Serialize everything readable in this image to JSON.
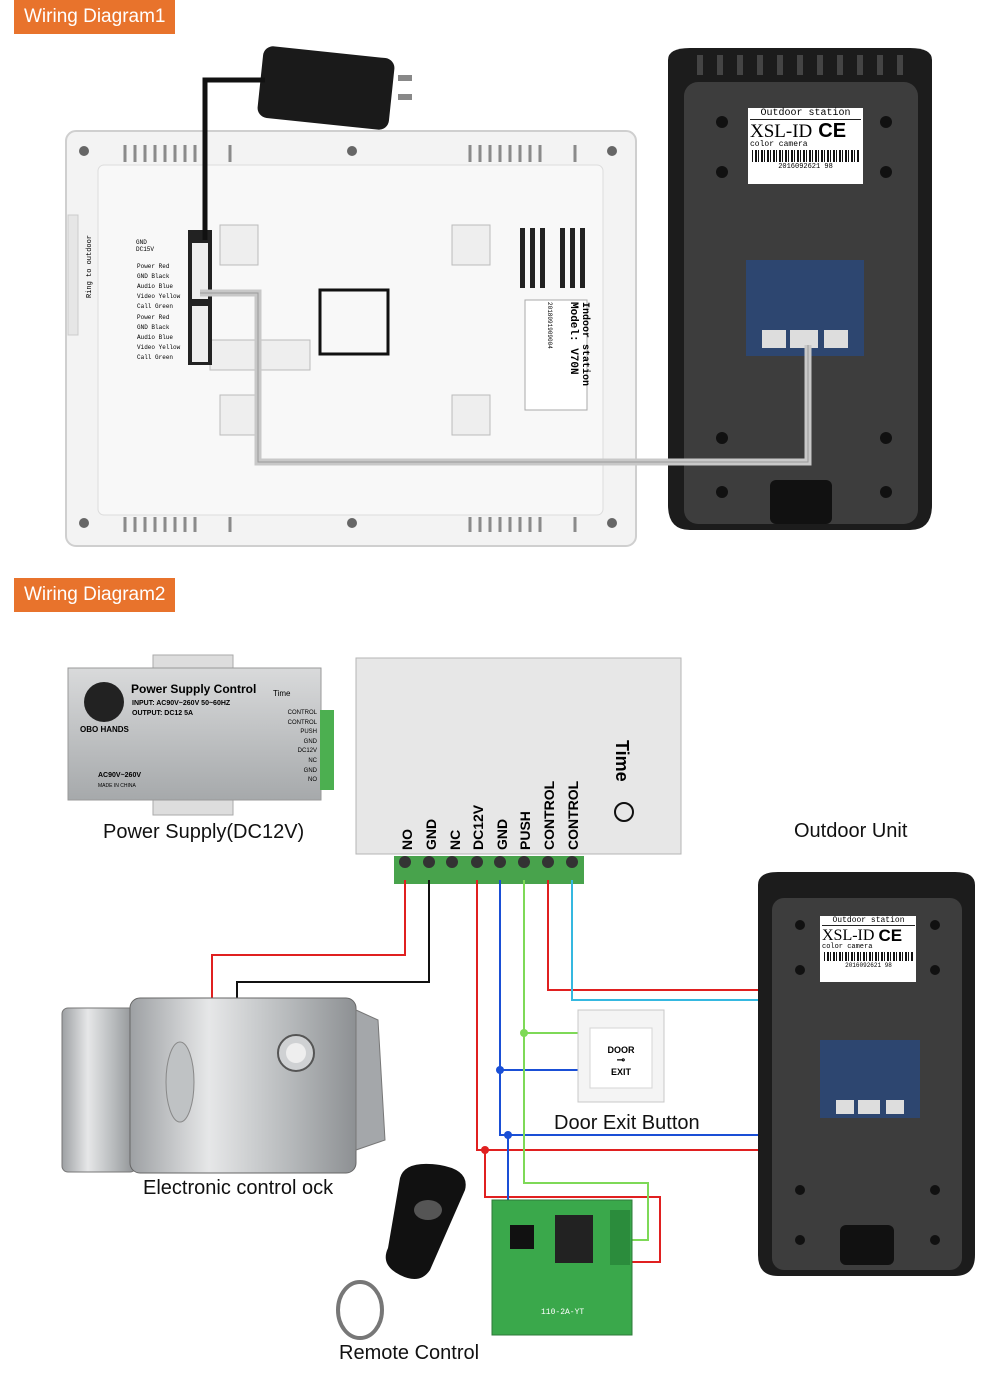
{
  "section1": {
    "title": "Wiring Diagram1"
  },
  "section2": {
    "title": "Wiring Diagram2"
  },
  "indoor_monitor": {
    "left_terminal_labels": [
      "GND",
      "DC15V",
      "Power",
      "GND",
      "Audio",
      "Video",
      "Call",
      "Power",
      "GND",
      "Audio",
      "Video",
      "Call"
    ],
    "wire_colors": [
      "Red",
      "Black",
      "Blue",
      "Yellow",
      "Green",
      "Red",
      "Black",
      "Blue",
      "Yellow",
      "Green"
    ],
    "ring_label": "Ring to outdoor",
    "sticker_title": "Indoor station",
    "sticker_model": "Model: V70N",
    "sticker_serial": "2018091909004"
  },
  "outdoor_station": {
    "title": "Outdoor station",
    "brand": "XSL-ID",
    "ce_mark": "CE",
    "subtitle": "color camera",
    "serial": "2016092621 98"
  },
  "power_supply": {
    "title": "Power Supply Control",
    "input": "INPUT: AC90V~260V 50~60HZ",
    "output": "OUTPUT: DC12 5A",
    "brand": "OBO HANDS",
    "time_label": "Time",
    "terminals": [
      "CONTROL",
      "CONTROL",
      "PUSH",
      "GND",
      "DC12V",
      "NC",
      "GND",
      "NO"
    ],
    "ac_label": "AC90V~260V",
    "made_in": "MADE IN CHINA",
    "caption": "Power Supply(DC12V)"
  },
  "power_supply_zoom": {
    "terminals": [
      "NO",
      "GND",
      "NC",
      "DC12V",
      "GND",
      "PUSH",
      "CONTROL",
      "CONTROL"
    ],
    "time_label": "Time"
  },
  "labels": {
    "outdoor_unit": "Outdoor Unit",
    "door_exit_button": "Door Exit Button",
    "lock": "Electronic control ock",
    "remote": "Remote Control"
  },
  "exit_button": {
    "line1": "DOOR",
    "line2": "EXIT"
  },
  "receiver_board": {
    "label": "110-2A-YT"
  },
  "colors": {
    "accent": "#e8732c",
    "red_wire": "#e02020",
    "blue_wire": "#1a4fd6",
    "green_wire": "#7ed957",
    "cyan_wire": "#35b8e0"
  }
}
